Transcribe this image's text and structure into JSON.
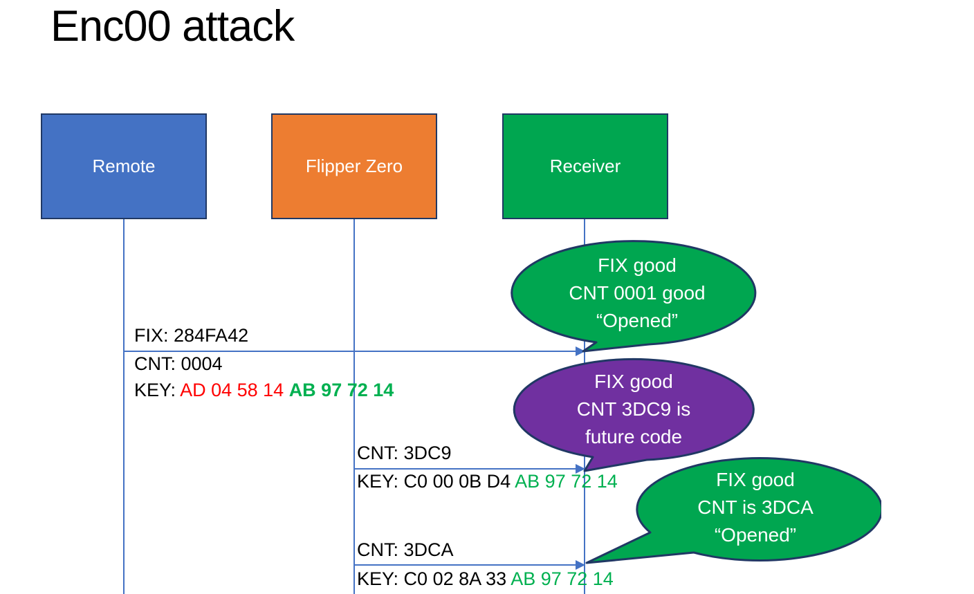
{
  "title": "Enc00 attack",
  "actors": [
    {
      "label": "Remote",
      "fill": "#4472C4"
    },
    {
      "label": "Flipper Zero",
      "fill": "#ED7D31"
    },
    {
      "label": "Receiver",
      "fill": "#00A650"
    }
  ],
  "messages": [
    {
      "from": "Remote",
      "to": "Receiver",
      "fix": "FIX: 284FA42",
      "cnt": "CNT: 0004",
      "key_label": "KEY: ",
      "key_rolling": "AD 04 58 14 ",
      "key_fixed": "AB 97 72 14"
    },
    {
      "from": "Flipper Zero",
      "to": "Receiver",
      "cnt": "CNT: 3DC9",
      "key_label": "KEY: ",
      "key_rolling": "C0 00 0B D4 ",
      "key_fixed": "AB 97 72 14"
    },
    {
      "from": "Flipper Zero",
      "to": "Receiver",
      "cnt": "CNT: 3DCA",
      "key_label": "KEY: ",
      "key_rolling": "C0 02 8A 33 ",
      "key_fixed": "AB 97 72 14"
    }
  ],
  "bubbles": [
    {
      "line1": "FIX good",
      "line2": "CNT 0001 good",
      "line3": "“Opened”",
      "fill": "#00A650"
    },
    {
      "line1": "FIX good",
      "line2": "CNT 3DC9 is",
      "line3": "future code",
      "fill": "#7030A0"
    },
    {
      "line1": "FIX good",
      "line2": "CNT is 3DCA",
      "line3": "“Opened”",
      "fill": "#00A650"
    }
  ],
  "colors": {
    "remote_box": "#4472C4",
    "flipper_box": "#ED7D31",
    "receiver_box": "#00A650",
    "bubble_green": "#00A650",
    "bubble_purple": "#7030A0",
    "shape_border": "#203864",
    "line_blue": "#4472C4",
    "key_rolling_red": "#FF0000",
    "key_fixed_green": "#00B050",
    "message_text": "#000000",
    "bubble_text": "#FFFFFF"
  }
}
